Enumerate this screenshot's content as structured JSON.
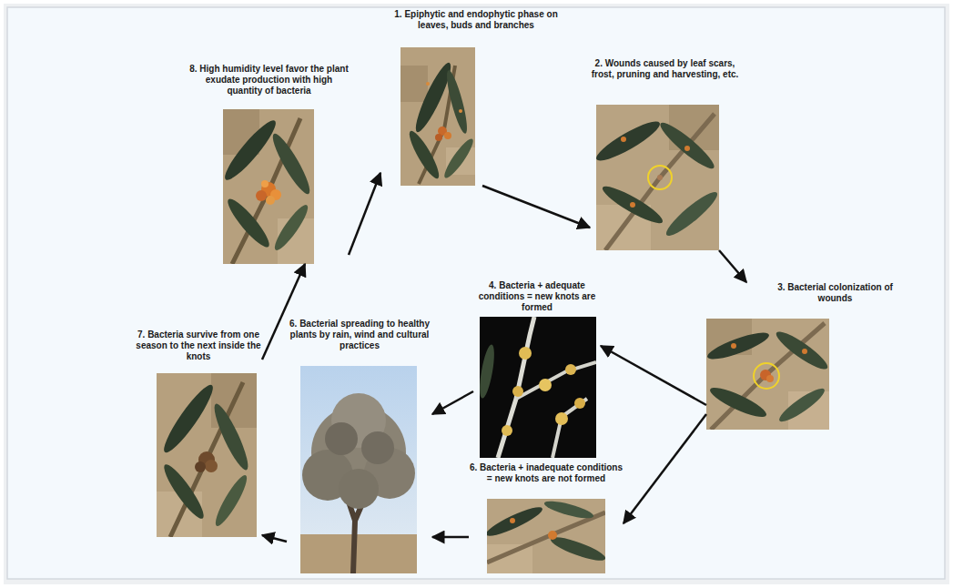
{
  "diagram": {
    "nodes": [
      {
        "text": [
          "1. Epiphytic and endophytic phase on leaves, buds and branches"
        ]
      },
      {
        "text": [
          "2. Wounds caused by leaf scars, frost, pruning and harvesting, etc."
        ]
      },
      {
        "text": [
          "3. Bacterial colonization of wounds"
        ]
      },
      {
        "text": [
          "4. Bacteria + adequate conditions = new knots are formed"
        ]
      },
      {
        "text": [
          "6. Bacteria + inadequate conditions = new knots are not formed"
        ]
      },
      {
        "text": [
          "6. Bacterial spreading to healthy plants by rain, wind and cultural practices"
        ]
      },
      {
        "text": [
          "7. Bacteria survive from one season to the next inside the knots"
        ]
      },
      {
        "text": [
          "8. High humidity level favor the plant exudate production with high quantity of bacteria"
        ]
      }
    ],
    "edges": [
      {
        "from": 0,
        "to": 1,
        "arrow": "to"
      },
      {
        "from": 1,
        "to": 2,
        "arrow": "to"
      },
      {
        "from": 2,
        "to": 3,
        "arrow": "to"
      },
      {
        "from": 2,
        "to": 4,
        "arrow": "to"
      },
      {
        "from": 3,
        "to": 5,
        "arrow": "to"
      },
      {
        "from": 4,
        "to": 5,
        "arrow": "to"
      },
      {
        "from": 5,
        "to": 6,
        "arrow": "to"
      },
      {
        "from": 6,
        "to": 7,
        "arrow": "to"
      },
      {
        "from": 7,
        "to": 0,
        "arrow": "to"
      }
    ]
  }
}
